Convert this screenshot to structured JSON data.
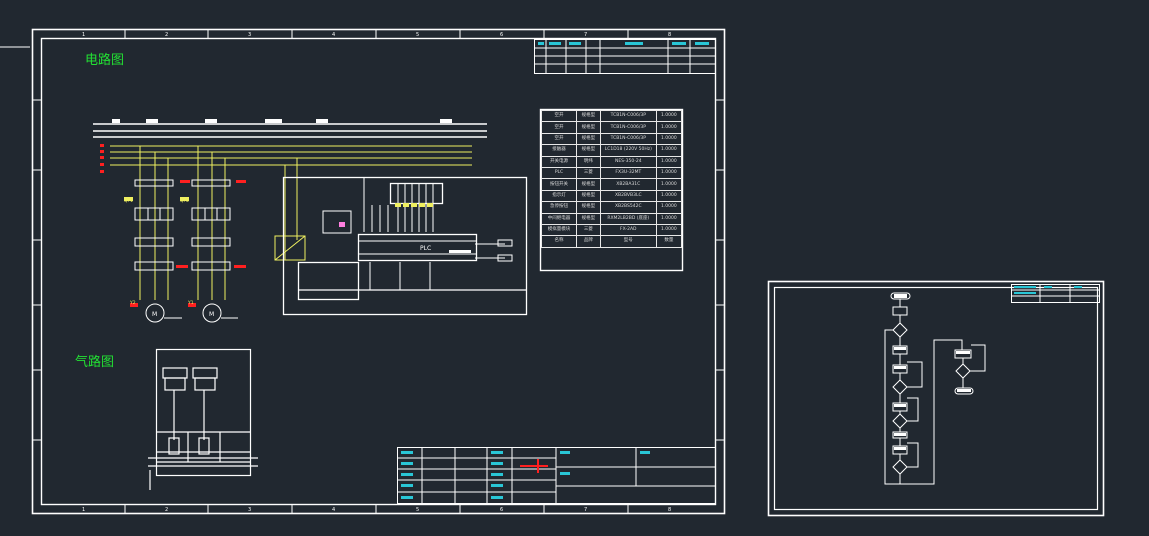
{
  "titles": {
    "electrical": "电路图",
    "pneumatic": "气路图"
  },
  "labels": {
    "plc": "PLC",
    "qf1": "QF1",
    "qf2": "QF2",
    "m1": "M",
    "m2": "M",
    "y1": "Y1",
    "y2": "Y2"
  },
  "bom_rows": [
    [
      "空开",
      "规格型",
      "TCB1N-C006/3P",
      "1.0000"
    ],
    [
      "空开",
      "规格型",
      "TCB1N-C006/3P",
      "1.0000"
    ],
    [
      "空开",
      "规格型",
      "TCB1N-C006/3P",
      "1.0000"
    ],
    [
      "接触器",
      "规格型",
      "LC1D18 (220V 50Hz)",
      "1.0000"
    ],
    [
      "开关电源",
      "明纬",
      "NES-350-24",
      "1.0000"
    ],
    [
      "PLC",
      "三菱",
      "FX3U-32MT",
      "1.0000"
    ],
    [
      "按钮开关",
      "规格型",
      "XB2BA31C",
      "1.0000"
    ],
    [
      "指示灯",
      "规格型",
      "XB2BVB3LC",
      "1.0000"
    ],
    [
      "急停按钮",
      "规格型",
      "XB2BS542C",
      "1.0000"
    ],
    [
      "中间继电器",
      "规格型",
      "RXM2LB2BD (底座)",
      "1.0000"
    ],
    [
      "模拟量模块",
      "三菱",
      "FX-2AD",
      "1.0000"
    ],
    [
      "名称",
      "品牌",
      "型号",
      "数量"
    ]
  ],
  "colors": {
    "background": "#212830",
    "frame": "#ffffff",
    "title_green": "#22e033",
    "bus_yellow": "#f0f060",
    "wire_red": "#ff2020",
    "cyan_text": "#29c6d6"
  },
  "icons": [
    "motor-icon",
    "cylinder-icon",
    "plc-module-icon",
    "flowchart-icon"
  ]
}
